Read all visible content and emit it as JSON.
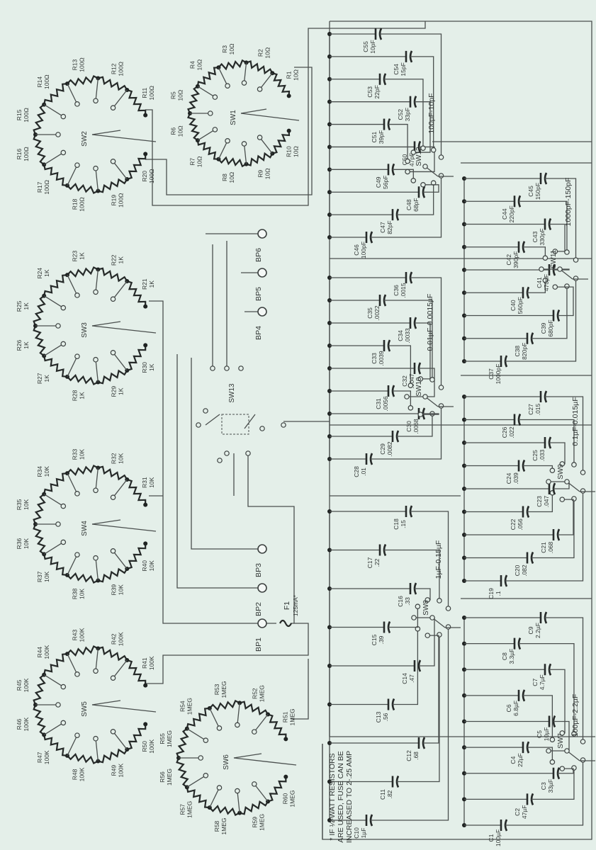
{
  "resistor_switches": [
    {
      "switch": "SW1",
      "resistors": [
        {
          "ref": "R1",
          "value": "10Ω"
        },
        {
          "ref": "R2",
          "value": "10Ω"
        },
        {
          "ref": "R3",
          "value": "10Ω"
        },
        {
          "ref": "R4",
          "value": "10Ω"
        },
        {
          "ref": "R5",
          "value": "10Ω"
        },
        {
          "ref": "R6",
          "value": "10Ω"
        },
        {
          "ref": "R7",
          "value": "10Ω"
        },
        {
          "ref": "R8",
          "value": "10Ω"
        },
        {
          "ref": "R9",
          "value": "10Ω"
        },
        {
          "ref": "R10",
          "value": "10Ω"
        }
      ]
    },
    {
      "switch": "SW2",
      "resistors": [
        {
          "ref": "R11",
          "value": "100Ω"
        },
        {
          "ref": "R12",
          "value": "100Ω"
        },
        {
          "ref": "R13",
          "value": "100Ω"
        },
        {
          "ref": "R14",
          "value": "100Ω"
        },
        {
          "ref": "R15",
          "value": "100Ω"
        },
        {
          "ref": "R16",
          "value": "100Ω"
        },
        {
          "ref": "R17",
          "value": "100Ω"
        },
        {
          "ref": "R18",
          "value": "100Ω"
        },
        {
          "ref": "R19",
          "value": "100Ω"
        },
        {
          "ref": "R20",
          "value": "100Ω"
        }
      ]
    },
    {
      "switch": "SW3",
      "resistors": [
        {
          "ref": "R21",
          "value": "1K"
        },
        {
          "ref": "R22",
          "value": "1K"
        },
        {
          "ref": "R23",
          "value": "1K"
        },
        {
          "ref": "R24",
          "value": "1K"
        },
        {
          "ref": "R25",
          "value": "1K"
        },
        {
          "ref": "R26",
          "value": "1K"
        },
        {
          "ref": "R27",
          "value": "1K"
        },
        {
          "ref": "R28",
          "value": "1K"
        },
        {
          "ref": "R29",
          "value": "1K"
        },
        {
          "ref": "R30",
          "value": "1K"
        }
      ]
    },
    {
      "switch": "SW4",
      "resistors": [
        {
          "ref": "R31",
          "value": "10K"
        },
        {
          "ref": "R32",
          "value": "10K"
        },
        {
          "ref": "R33",
          "value": "10K"
        },
        {
          "ref": "R34",
          "value": "10K"
        },
        {
          "ref": "R35",
          "value": "10K"
        },
        {
          "ref": "R36",
          "value": "10K"
        },
        {
          "ref": "R37",
          "value": "10K"
        },
        {
          "ref": "R38",
          "value": "10K"
        },
        {
          "ref": "R39",
          "value": "10K"
        },
        {
          "ref": "R40",
          "value": "10K"
        }
      ]
    },
    {
      "switch": "SW5",
      "resistors": [
        {
          "ref": "R41",
          "value": "100K"
        },
        {
          "ref": "R42",
          "value": "100K"
        },
        {
          "ref": "R43",
          "value": "100K"
        },
        {
          "ref": "R44",
          "value": "100K"
        },
        {
          "ref": "R45",
          "value": "100K"
        },
        {
          "ref": "R46",
          "value": "100K"
        },
        {
          "ref": "R47",
          "value": "100K"
        },
        {
          "ref": "R48",
          "value": "100K"
        },
        {
          "ref": "R49",
          "value": "100K"
        },
        {
          "ref": "R50",
          "value": "100K"
        }
      ]
    },
    {
      "switch": "SW6",
      "resistors": [
        {
          "ref": "R51",
          "value": "1MEG"
        },
        {
          "ref": "R52",
          "value": "1MEG"
        },
        {
          "ref": "R53",
          "value": "1MEG"
        },
        {
          "ref": "R54",
          "value": "1MEG"
        },
        {
          "ref": "R55",
          "value": "1MEG"
        },
        {
          "ref": "R56",
          "value": "1MEG"
        },
        {
          "ref": "R57",
          "value": "1MEG"
        },
        {
          "ref": "R58",
          "value": "1MEG"
        },
        {
          "ref": "R59",
          "value": "1MEG"
        },
        {
          "ref": "R60",
          "value": "1MEG"
        }
      ]
    }
  ],
  "capacitor_switches": [
    {
      "switch": "SW7",
      "range": "100µF-2.2µF",
      "caps": [
        {
          "ref": "C1",
          "value": "100µF"
        },
        {
          "ref": "C2",
          "value": "47µF"
        },
        {
          "ref": "C3",
          "value": "33µF"
        },
        {
          "ref": "C4",
          "value": "22µF"
        },
        {
          "ref": "C5",
          "value": "10µF"
        },
        {
          "ref": "C6",
          "value": "6.8µF"
        },
        {
          "ref": "C7",
          "value": "4.7µF"
        },
        {
          "ref": "C8",
          "value": "3.3µF"
        },
        {
          "ref": "C9",
          "value": "2.2µF"
        }
      ]
    },
    {
      "switch": "SW8",
      "range": "1µF-0.15µF",
      "caps": [
        {
          "ref": "C10",
          "value": "1µF"
        },
        {
          "ref": "C11",
          "value": ".82"
        },
        {
          "ref": "C12",
          "value": ".68"
        },
        {
          "ref": "C13",
          "value": ".56"
        },
        {
          "ref": "C14",
          "value": ".47"
        },
        {
          "ref": "C15",
          "value": ".39"
        },
        {
          "ref": "C16",
          "value": ".33"
        },
        {
          "ref": "C17",
          "value": ".22"
        },
        {
          "ref": "C18",
          "value": ".15"
        }
      ]
    },
    {
      "switch": "SW9",
      "range": "0.1µF-0.015µF",
      "caps": [
        {
          "ref": "C19",
          "value": ".1"
        },
        {
          "ref": "C20",
          "value": ".082"
        },
        {
          "ref": "C21",
          "value": ".068"
        },
        {
          "ref": "C22",
          "value": ".056"
        },
        {
          "ref": "C23",
          "value": ".047"
        },
        {
          "ref": "C24",
          "value": ".039"
        },
        {
          "ref": "C25",
          "value": ".033"
        },
        {
          "ref": "C26",
          "value": ".022"
        },
        {
          "ref": "C27",
          "value": ".015"
        }
      ]
    },
    {
      "switch": "SW10",
      "range": "0.01µF-0.0015µF",
      "caps": [
        {
          "ref": "C28",
          "value": ".01"
        },
        {
          "ref": "C29",
          "value": ".0082"
        },
        {
          "ref": "C30",
          "value": ".0068"
        },
        {
          "ref": "C31",
          "value": ".0056"
        },
        {
          "ref": "C32",
          "value": ".0047"
        },
        {
          "ref": "C33",
          "value": ".0039"
        },
        {
          "ref": "C34",
          "value": ".0033"
        },
        {
          "ref": "C35",
          "value": ".0022"
        },
        {
          "ref": "C36",
          "value": ".0015"
        }
      ]
    },
    {
      "switch": "SW11",
      "range": "1000pF-150pF",
      "caps": [
        {
          "ref": "C37",
          "value": "1000pF"
        },
        {
          "ref": "C38",
          "value": "820pF"
        },
        {
          "ref": "C39",
          "value": "680pF"
        },
        {
          "ref": "C40",
          "value": "560pF"
        },
        {
          "ref": "C41",
          "value": "470pF"
        },
        {
          "ref": "C42",
          "value": "390pF"
        },
        {
          "ref": "C43",
          "value": "330pF"
        },
        {
          "ref": "C44",
          "value": "220pF"
        },
        {
          "ref": "C45",
          "value": "150pF"
        }
      ]
    },
    {
      "switch": "SW12",
      "range": "100pF-10pF",
      "caps": [
        {
          "ref": "C46",
          "value": "100pF"
        },
        {
          "ref": "C47",
          "value": "82pF"
        },
        {
          "ref": "C48",
          "value": "68pF"
        },
        {
          "ref": "C49",
          "value": "56pF"
        },
        {
          "ref": "C50",
          "value": "47pF"
        },
        {
          "ref": "C51",
          "value": "39pF"
        },
        {
          "ref": "C52",
          "value": "33pF"
        },
        {
          "ref": "C53",
          "value": "22pF"
        },
        {
          "ref": "C54",
          "value": "15pF"
        },
        {
          "ref": "C55",
          "value": "10pF"
        }
      ]
    }
  ],
  "selector_switch": "SW13",
  "binding_posts": [
    "BP1",
    "BP2",
    "BP3",
    "BP4",
    "BP5",
    "BP6"
  ],
  "fuse": {
    "ref": "F1",
    "value": "125mA*"
  },
  "note": [
    "* IF ¼-WATT RESISTORS",
    "ARE USED, FUSE CAN BE",
    "INCREASED TO 2-.25 AMP"
  ]
}
